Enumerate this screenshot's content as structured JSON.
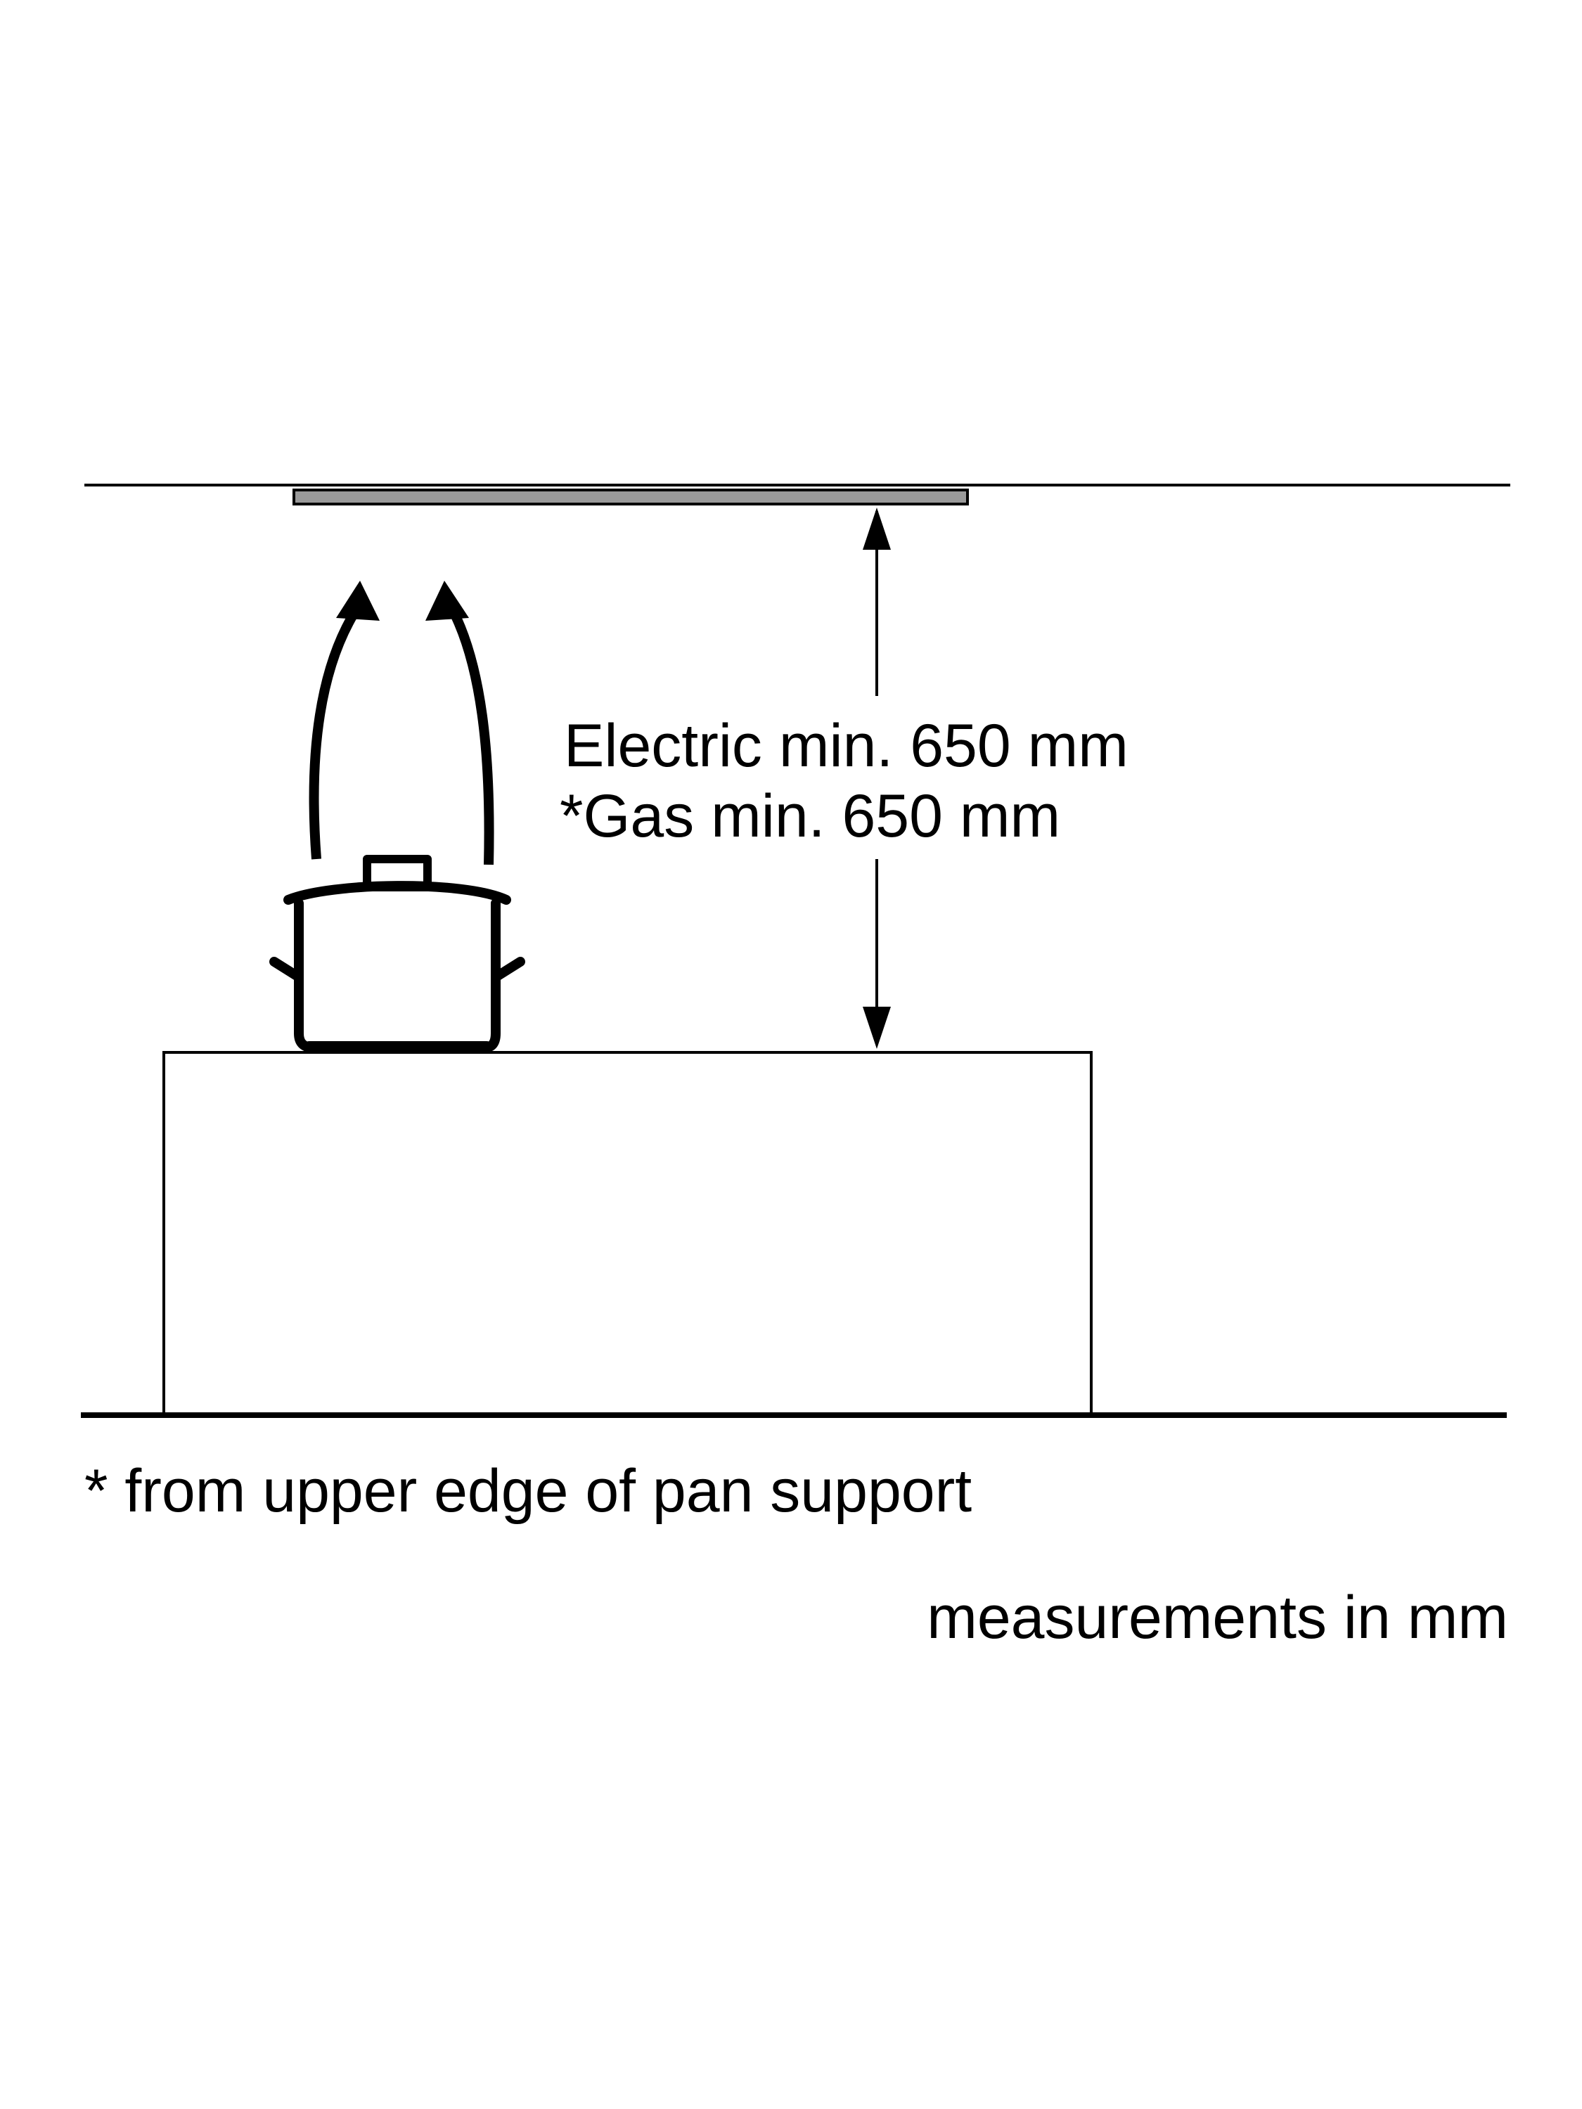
{
  "clearance": {
    "electric": "Electric min. 650 mm",
    "gas": "*Gas min. 650 mm"
  },
  "footnote": "* from upper edge of pan support",
  "units_note": "measurements in mm",
  "colors": {
    "line": "#000000",
    "hood_panel": "#9a9a9a",
    "background": "#ffffff"
  },
  "icons": [
    "cooking-pot-icon",
    "steam-arrow-icon",
    "dimension-arrow-icon"
  ]
}
